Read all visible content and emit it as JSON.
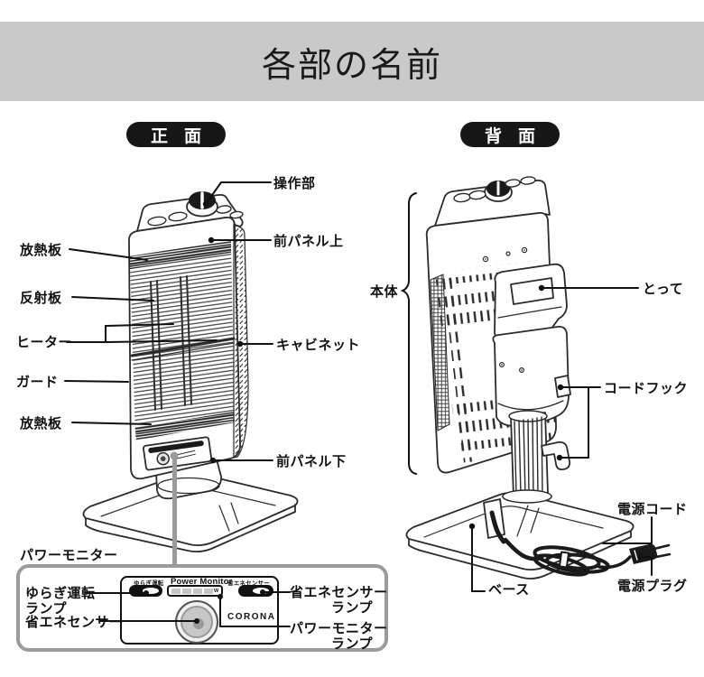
{
  "page": {
    "title": "各部の名前"
  },
  "badges": {
    "front": "正面",
    "back": "背面"
  },
  "front": {
    "sousabu": "操作部",
    "mae_panel_ue": "前パネル上",
    "hounetsuban_top": "放熱板",
    "hanshaban": "反射板",
    "heater": "ヒーター",
    "guard": "ガード",
    "hounetsuban_bottom": "放熱板",
    "cabinet": "キャビネット",
    "mae_panel_shita": "前パネル下",
    "power_monitor": "パワーモニター"
  },
  "back": {
    "hontai": "本体",
    "totte": "とって",
    "cord_hook": "コードフック",
    "dengen_cord": "電源コード",
    "base": "ベース",
    "dengen_plug": "電源プラグ"
  },
  "inset": {
    "callouts": {
      "yuragi_line1": "ゆらぎ運転",
      "yuragi_line2": "ランプ",
      "shoene_sensor": "省エネセンサー",
      "shoene_lamp_line1": "省エネセンサー",
      "shoene_lamp_line2": "ランプ",
      "pm_lamp_line1": "パワーモニター",
      "pm_lamp_line2": "ランプ"
    },
    "panel": {
      "yuragi_caption": "ゆらぎ運転",
      "title": "Power Monitor",
      "shoene_caption": "省エネセンサー",
      "watt": "W",
      "brand": "CORONA"
    }
  }
}
